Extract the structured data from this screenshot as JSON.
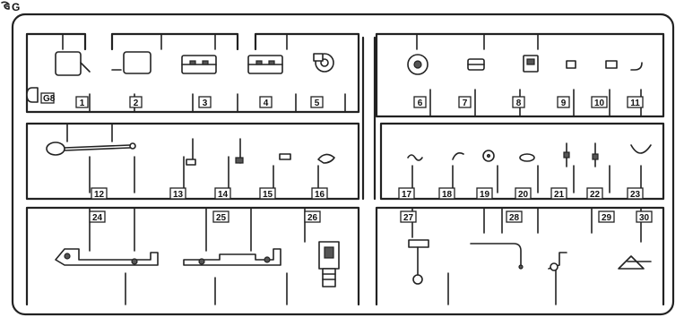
{
  "sprue": {
    "letter": "G",
    "small_tag": "G8"
  },
  "part_numbers": [
    "1",
    "2",
    "3",
    "4",
    "5",
    "6",
    "7",
    "8",
    "9",
    "10",
    "11",
    "12",
    "13",
    "14",
    "15",
    "16",
    "17",
    "18",
    "19",
    "20",
    "21",
    "22",
    "23",
    "24",
    "25",
    "26",
    "27",
    "28",
    "29",
    "30"
  ]
}
